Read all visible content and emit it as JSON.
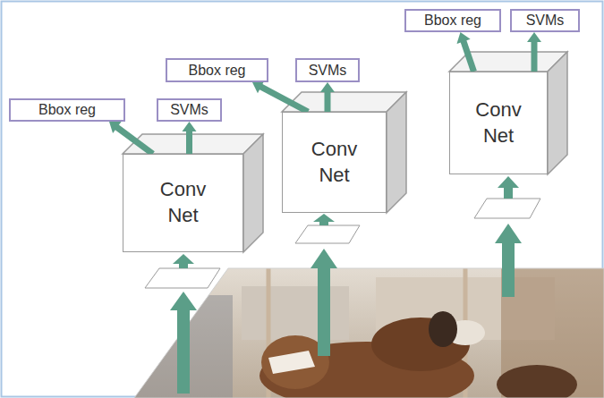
{
  "diagram": {
    "nodes": [
      {
        "text": [
          "Bbox reg"
        ]
      },
      {
        "text": [
          "SVMs"
        ]
      },
      {
        "text": [
          "Conv Net"
        ]
      },
      {
        "text": [
          "Bbox reg"
        ]
      },
      {
        "text": [
          "SVMs"
        ]
      },
      {
        "text": [
          "Conv Net"
        ]
      },
      {
        "text": [
          "Bbox reg"
        ]
      },
      {
        "text": [
          "SVMs"
        ]
      },
      {
        "text": [
          "Conv Net"
        ]
      }
    ],
    "edges": [
      {
        "from": 2,
        "to": 0,
        "arrow": "to"
      },
      {
        "from": 2,
        "to": 1,
        "arrow": "to"
      },
      {
        "from": 5,
        "to": 3,
        "arrow": "to"
      },
      {
        "from": 5,
        "to": 4,
        "arrow": "to"
      },
      {
        "from": 8,
        "to": 6,
        "arrow": "to"
      },
      {
        "from": 8,
        "to": 7,
        "arrow": "to"
      }
    ]
  }
}
